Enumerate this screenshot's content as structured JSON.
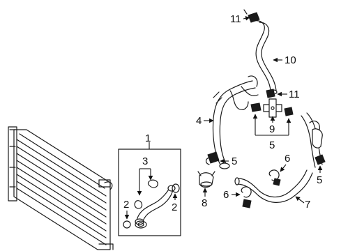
{
  "callouts": {
    "c1": "1",
    "c2a": "2",
    "c2b": "2",
    "c3": "3",
    "c4": "4",
    "c5a": "5",
    "c5b": "5",
    "c5c": "5",
    "c6a": "6",
    "c6b": "6",
    "c7": "7",
    "c8": "8",
    "c9": "9",
    "c10": "10",
    "c11a": "11",
    "c11b": "11"
  },
  "colors": {
    "line": "#1a1a1a",
    "background": "#ffffff"
  }
}
